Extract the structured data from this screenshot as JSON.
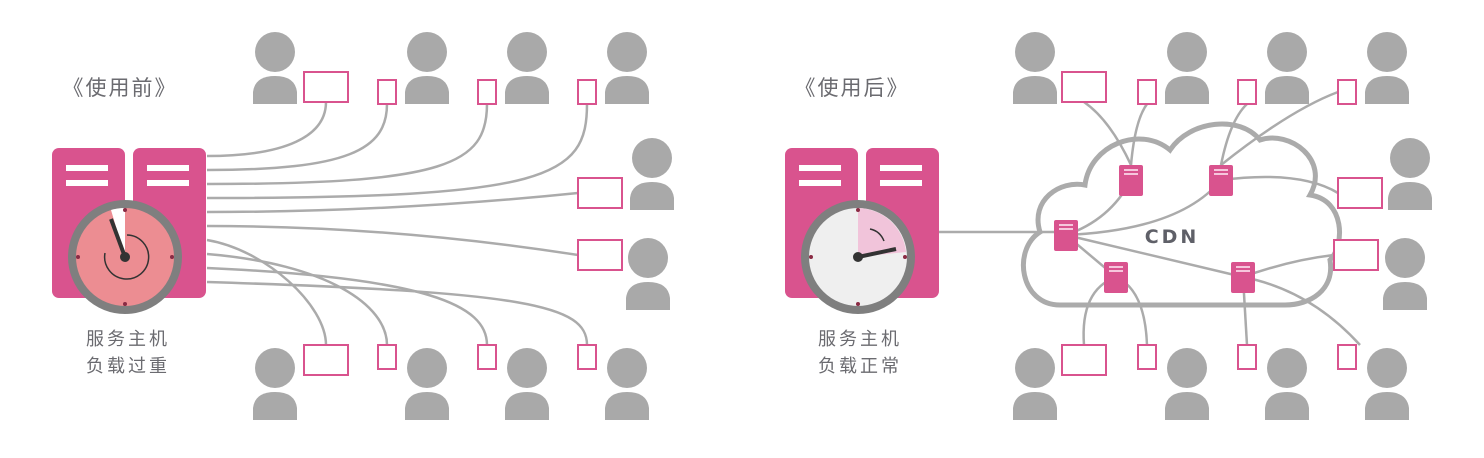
{
  "before": {
    "title": "《使用前》",
    "server_label_line1": "服务主机",
    "server_label_line2": "负载过重",
    "load_state": "overloaded"
  },
  "after": {
    "title": "《使用后》",
    "server_label_line1": "服务主机",
    "server_label_line2": "负载正常",
    "cloud_label": "CDN",
    "load_state": "normal"
  },
  "colors": {
    "server": "#d9538e",
    "person": "#a9a9a9",
    "line": "#ababab",
    "overload_face": "#ec8d92",
    "normal_face": "#efefef"
  }
}
